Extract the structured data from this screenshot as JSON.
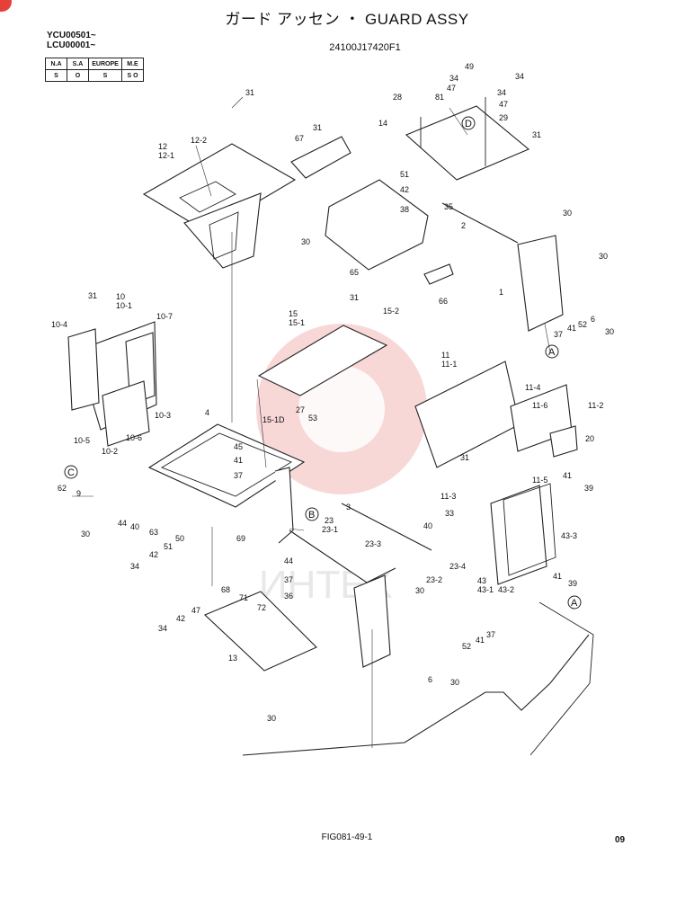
{
  "header": {
    "title": "ガード アッセン ・ GUARD ASSY",
    "serials": [
      "YCU00501~",
      "LCU00001~"
    ],
    "part_number": "24100J17420F1"
  },
  "spec_table": {
    "headers": [
      "N.A",
      "S.A",
      "EUROPE",
      "M.E"
    ],
    "values": [
      "S",
      "O",
      "S",
      "S O"
    ]
  },
  "footer": {
    "figure": "FIG081-49-1",
    "page": "09"
  },
  "watermark": {
    "text": "ИНТЕХ",
    "color": "#f6c9c9"
  },
  "reference_marks": [
    "A",
    "B",
    "C",
    "D"
  ],
  "callouts": [
    "49",
    "34",
    "47",
    "34",
    "34",
    "47",
    "28",
    "81",
    "29",
    "31",
    "14",
    "D",
    "31",
    "67",
    "51",
    "42",
    "35",
    "38",
    "30",
    "2",
    "31",
    "12",
    "12-1",
    "12-2",
    "30",
    "30",
    "1",
    "6",
    "37",
    "41",
    "52",
    "30",
    "A",
    "65",
    "31",
    "66",
    "31",
    "10",
    "10-1",
    "10-7",
    "10-4",
    "15",
    "15-1",
    "15-2",
    "11",
    "11-1",
    "11-4",
    "11-6",
    "11-2",
    "20",
    "27",
    "53",
    "15-1D",
    "4",
    "45",
    "41",
    "37",
    "10-3",
    "10-5",
    "10-6",
    "10-2",
    "C",
    "62",
    "9",
    "44",
    "40",
    "63",
    "30",
    "50",
    "51",
    "42",
    "34",
    "47",
    "69",
    "68",
    "71",
    "72",
    "34",
    "42",
    "13",
    "30",
    "3",
    "B",
    "23",
    "23-1",
    "23-3",
    "23-4",
    "23-2",
    "33",
    "40",
    "30",
    "44",
    "37",
    "36",
    "6",
    "52",
    "41",
    "37",
    "30",
    "A",
    "31",
    "11-3",
    "11-5",
    "41",
    "39",
    "43",
    "43-1",
    "43-2",
    "43-3",
    "41",
    "39"
  ]
}
